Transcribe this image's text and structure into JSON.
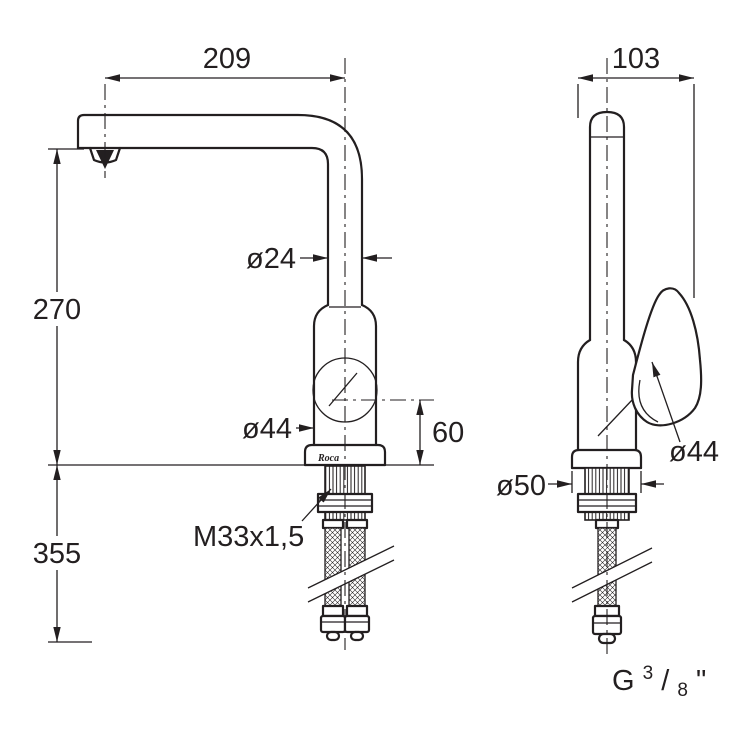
{
  "drawing": {
    "background": "#ffffff",
    "line_color": "#231f20"
  },
  "left_view": {
    "dims": {
      "spout_reach": "209",
      "height_above_deck": "270",
      "height_below_deck": "355",
      "spout_diameter": "ø24",
      "body_diameter": "ø44",
      "cartridge_height": "60",
      "mounting_thread": "M33x1,5"
    },
    "brand": "Roca"
  },
  "right_view": {
    "dims": {
      "depth": "103",
      "handle_diameter": "ø44",
      "base_diameter": "ø50",
      "hose_connection": {
        "prefix": "G",
        "numerator": "3",
        "slash": "/",
        "denominator": "8",
        "inches_mark": "\""
      }
    }
  }
}
